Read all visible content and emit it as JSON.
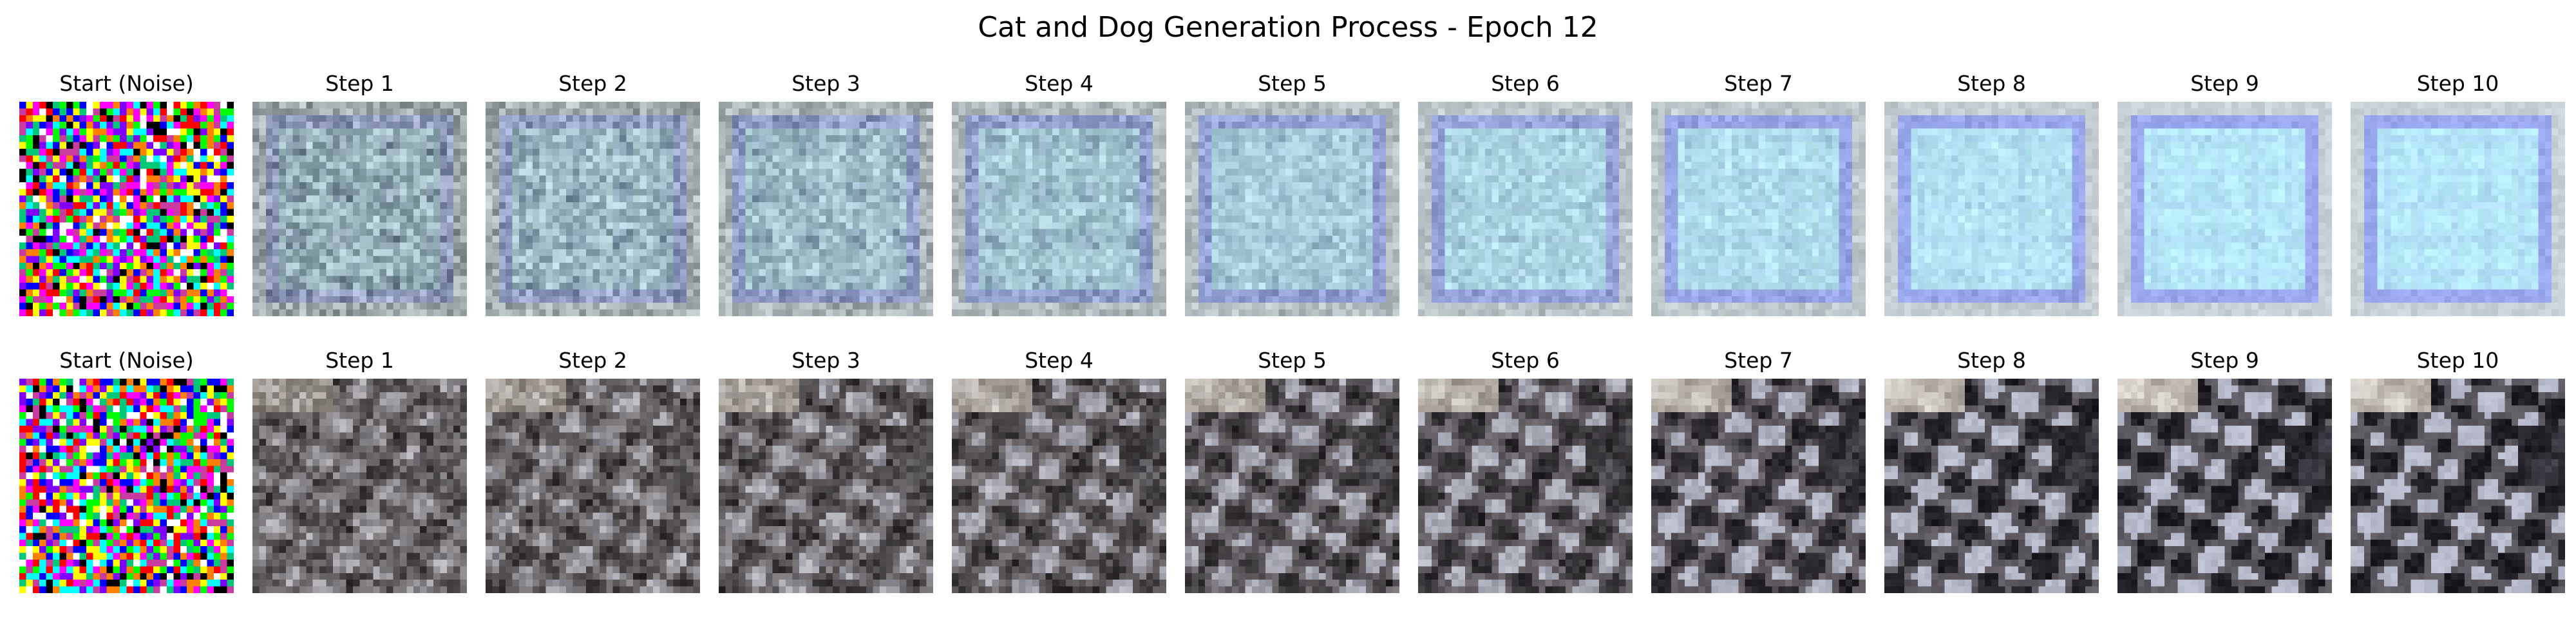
{
  "title": "Cat and Dog Generation Process - Epoch 12",
  "rows": [
    {
      "panels": [
        {
          "label": "Start (Noise)"
        },
        {
          "label": "Step 1"
        },
        {
          "label": "Step 2"
        },
        {
          "label": "Step 3"
        },
        {
          "label": "Step 4"
        },
        {
          "label": "Step 5"
        },
        {
          "label": "Step 6"
        },
        {
          "label": "Step 7"
        },
        {
          "label": "Step 8"
        },
        {
          "label": "Step 9"
        },
        {
          "label": "Step 10"
        }
      ],
      "palette": {
        "frame": "#c8d2d6",
        "border": "#9aa8f0",
        "inner": "#b8ecfa",
        "spot": "#5a78a8",
        "noise_tone": "#808a8c"
      }
    },
    {
      "panels": [
        {
          "label": "Start (Noise)"
        },
        {
          "label": "Step 1"
        },
        {
          "label": "Step 2"
        },
        {
          "label": "Step 3"
        },
        {
          "label": "Step 4"
        },
        {
          "label": "Step 5"
        },
        {
          "label": "Step 6"
        },
        {
          "label": "Step 7"
        },
        {
          "label": "Step 8"
        },
        {
          "label": "Step 9"
        },
        {
          "label": "Step 10"
        }
      ],
      "palette": {
        "dark": "#1e1c22",
        "mid": "#5c5860",
        "light": "#b8bccc",
        "top_light": "#e8e0d0",
        "noise_tone": "#7a7470"
      }
    }
  ]
}
